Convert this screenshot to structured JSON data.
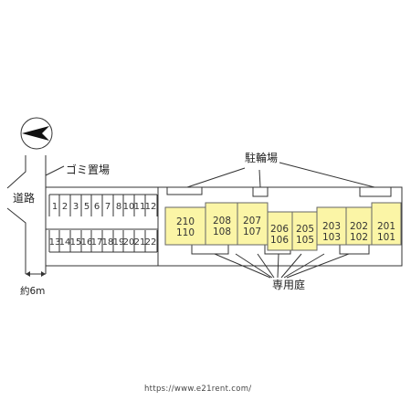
{
  "labels": {
    "road": "道路",
    "garbage": "ゴミ置場",
    "bicycle": "駐輪場",
    "private_garden": "専用庭",
    "road_width": "約6m"
  },
  "footer": {
    "url": "https://www.e21rent.com/"
  },
  "parking": {
    "row1": [
      "1",
      "2",
      "3",
      "5",
      "6",
      "7",
      "8",
      "10",
      "11",
      "12"
    ],
    "row2": [
      "13",
      "14",
      "15",
      "16",
      "17",
      "18",
      "19",
      "20",
      "21",
      "22"
    ]
  },
  "units": [
    {
      "upper": "210",
      "lower": "110"
    },
    {
      "upper": "208",
      "lower": "108"
    },
    {
      "upper": "207",
      "lower": "107"
    },
    {
      "upper": "206",
      "lower": "106"
    },
    {
      "upper": "205",
      "lower": "105"
    },
    {
      "upper": "203",
      "lower": "103"
    },
    {
      "upper": "202",
      "lower": "102"
    },
    {
      "upper": "201",
      "lower": "101"
    }
  ],
  "colors": {
    "unit_fill": "#fbf5a6",
    "line": "#333333"
  },
  "icons": {
    "compass": "compass-arrow-icon"
  }
}
